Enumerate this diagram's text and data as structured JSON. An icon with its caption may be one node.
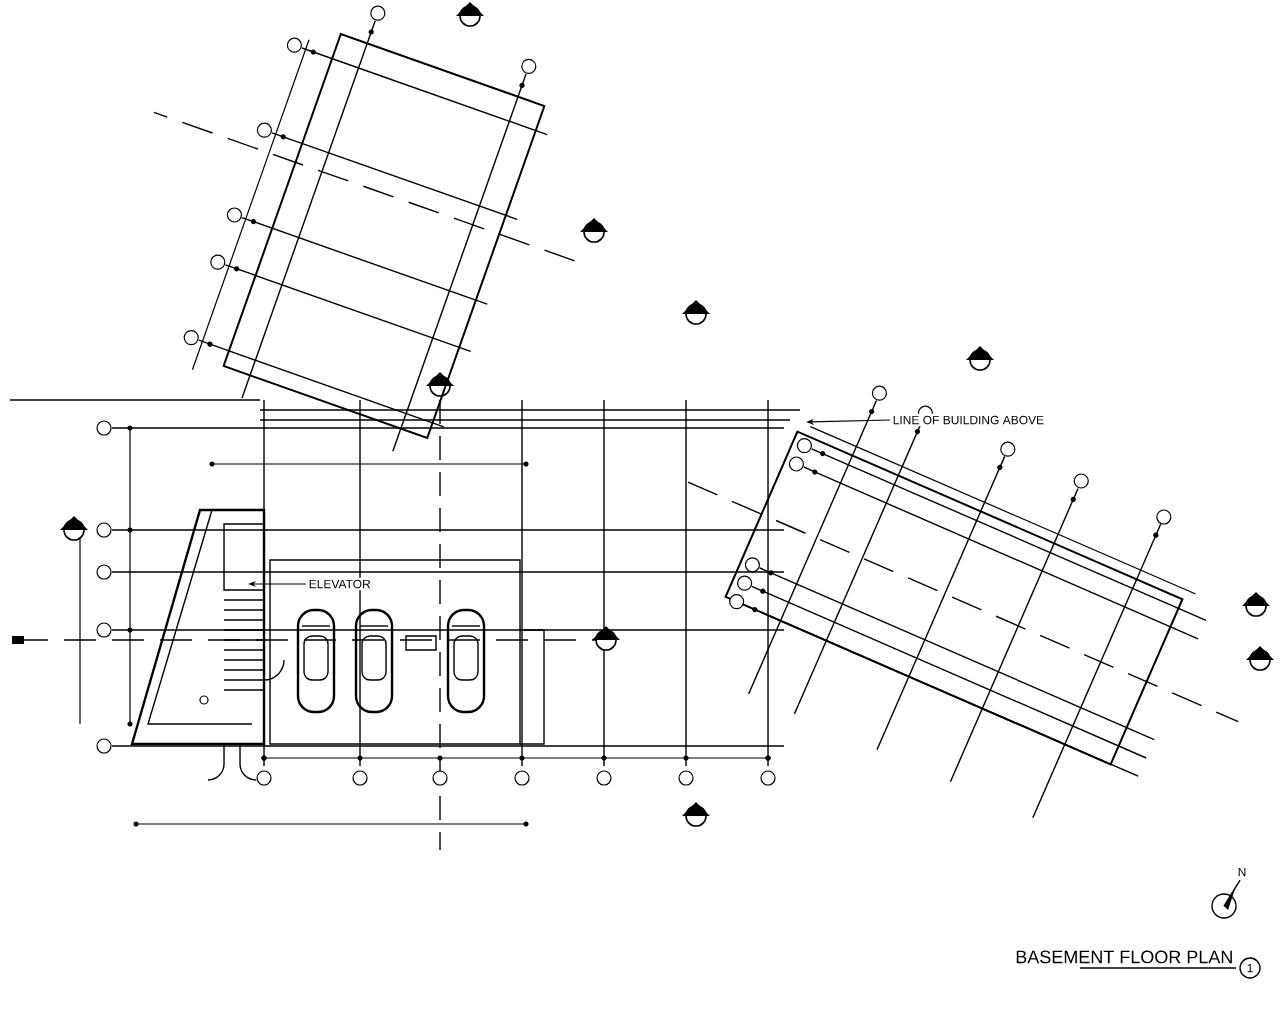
{
  "diagram": {
    "title": "BASEMENT FLOOR PLAN",
    "nodes": [
      {
        "text": [
          "ELEVATOR"
        ]
      },
      {
        "text": [
          "LINE OF BUILDING ABOVE"
        ]
      }
    ],
    "edges": [
      {
        "from": 0,
        "to": null,
        "arrow": "to"
      },
      {
        "from": 1,
        "to": null,
        "arrow": "to"
      }
    ],
    "labels": [
      "1",
      "N"
    ]
  }
}
